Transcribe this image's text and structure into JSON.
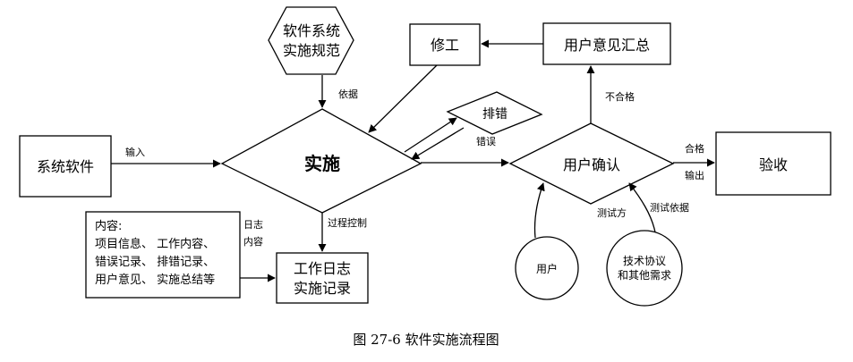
{
  "diagram": {
    "nodes": {
      "spec": [
        "软件系统",
        "实施规范"
      ],
      "fix": "修工",
      "summary": "用户意见汇总",
      "troubleshoot": "排错",
      "implement": "实施",
      "system_software": "系统软件",
      "confirm": "用户确认",
      "accept": "验收",
      "content_note": [
        "内容:",
        "项目信息、 工作内容、",
        "错误记录、 排错记录、",
        "用户意见、 实施总结等"
      ],
      "log": [
        "工作日志",
        "实施记录"
      ],
      "user": "用户",
      "tech": [
        "技术协议",
        "和其他需求"
      ]
    },
    "edge_labels": {
      "basis": "依据",
      "input": "输入",
      "error": "错误",
      "unqualified": "不合格",
      "qualified": "合格",
      "output": "输出",
      "process_control": "过程控制",
      "log_content": [
        "日志",
        "内容"
      ],
      "tester": "测试方",
      "test_basis": "测试依据"
    },
    "caption": "图 27-6  软件实施流程图"
  }
}
